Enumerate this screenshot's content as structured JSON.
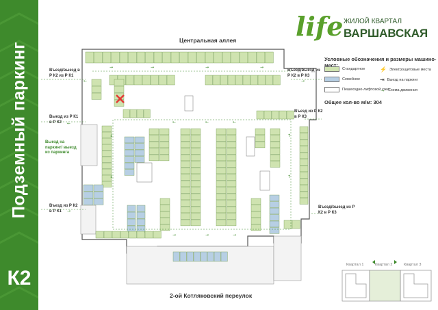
{
  "sidebar": {
    "title": "Подземный паркинг",
    "code": "К2"
  },
  "logo": {
    "word": "life",
    "subtitle": "ЖИЛОЙ КВАРТАЛ",
    "name": "ВАРШАВСКАЯ"
  },
  "legend": {
    "title": "Условные обозначения и размеры машино-мест:",
    "items": [
      {
        "label": "Стандартное",
        "color": "#cfe3b0"
      },
      {
        "label": "Семейное",
        "color": "#b7cfe4"
      },
      {
        "label": "Пешеходно-лифтовой узел",
        "color": "#ffffff"
      }
    ],
    "right_items": [
      "Электрощитовые места",
      "Выезд на паркинг",
      "Схема движения"
    ]
  },
  "total": "Общее кол-во м/м: 304",
  "streets": {
    "top": "Центральная аллея",
    "bottom": "2-ой Котляковский переулок"
  },
  "exits": [
    "Въезд/выезд в Р К2 из Р К1",
    "Выезд из Р К1 в Р К2",
    "Выезд на паркинг/ выезд из паркинга",
    "Въезд из Р К2 в Р К1",
    "Въезд/выезд из Р К2 в Р К3",
    "Въезд из Р К2 в Р К3",
    "Въезд/выезд из Р К2 в Р К3"
  ],
  "quarters": [
    "Квартал 1",
    "Квартал 2",
    "Квартал 3"
  ],
  "colors": {
    "green": "#3e8a2c",
    "standard": "#cfe3b0",
    "family": "#b7cfe4",
    "route": "#3e8a2c",
    "blocked": "#e53935"
  }
}
